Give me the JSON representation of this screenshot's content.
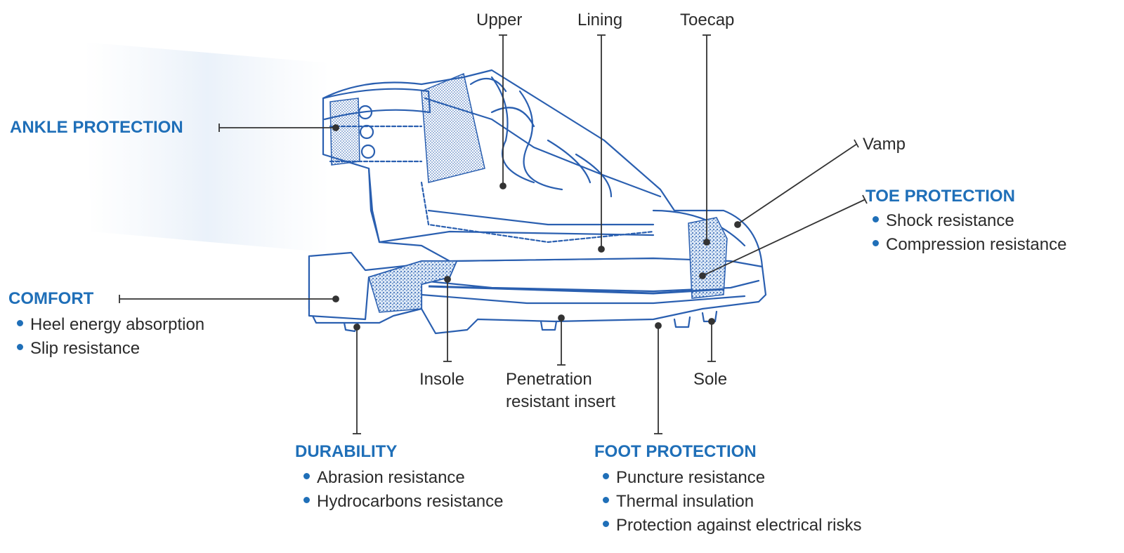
{
  "part_labels": {
    "upper": "Upper",
    "lining": "Lining",
    "toecap": "Toecap",
    "vamp": "Vamp",
    "insole": "Insole",
    "penetration_line1": "Penetration",
    "penetration_line2": "resistant insert",
    "sole": "Sole"
  },
  "categories": {
    "ankle": {
      "title": "ANKLE PROTECTION"
    },
    "toe": {
      "title": "TOE PROTECTION",
      "items": [
        "Shock resistance",
        "Compression resistance"
      ]
    },
    "comfort": {
      "title": "COMFORT",
      "items": [
        "Heel energy absorption",
        "Slip resistance"
      ]
    },
    "durability": {
      "title": "DURABILITY",
      "items": [
        "Abrasion resistance",
        "Hydrocarbons resistance"
      ]
    },
    "foot": {
      "title": "FOOT PROTECTION",
      "items": [
        "Puncture resistance",
        "Thermal insulation",
        "Protection against electrical risks"
      ]
    }
  },
  "colors": {
    "accent": "#1f6fb8",
    "boot_line": "#2a5fb0",
    "leader": "#333333",
    "text": "#2b2b2b"
  }
}
